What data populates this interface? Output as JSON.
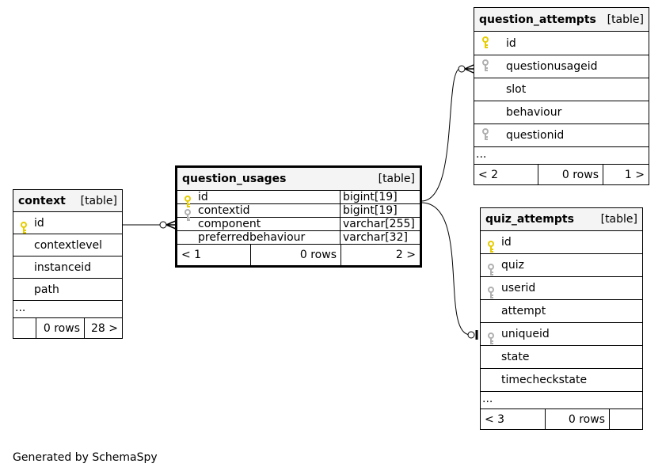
{
  "context": {
    "name": "context",
    "kind": "[table]",
    "columns": [
      "id",
      "contextlevel",
      "instanceid",
      "path"
    ],
    "ellipsis": "...",
    "footer": {
      "left": "",
      "rows": "0 rows",
      "right": "28 >"
    }
  },
  "question_usages": {
    "name": "question_usages",
    "kind": "[table]",
    "columns": [
      {
        "name": "id",
        "type": "bigint[19]"
      },
      {
        "name": "contextid",
        "type": "bigint[19]"
      },
      {
        "name": "component",
        "type": "varchar[255]"
      },
      {
        "name": "preferredbehaviour",
        "type": "varchar[32]"
      }
    ],
    "footer": {
      "left": "< 1",
      "rows": "0 rows",
      "right": "2 >"
    }
  },
  "question_attempts": {
    "name": "question_attempts",
    "kind": "[table]",
    "columns": [
      "id",
      "questionusageid",
      "slot",
      "behaviour",
      "questionid"
    ],
    "ellipsis": "...",
    "footer": {
      "left": "< 2",
      "rows": "0 rows",
      "right": "1 >"
    }
  },
  "quiz_attempts": {
    "name": "quiz_attempts",
    "kind": "[table]",
    "columns": [
      "id",
      "quiz",
      "userid",
      "attempt",
      "uniqueid",
      "state",
      "timecheckstate"
    ],
    "ellipsis": "...",
    "footer": {
      "left": "< 3",
      "rows": "0 rows",
      "right": ""
    }
  },
  "credit": "Generated by SchemaSpy",
  "colors": {
    "primary_key": "#e6cc00",
    "foreign_key": "#b0b0b0",
    "header_bg": "#f4f4f4"
  }
}
